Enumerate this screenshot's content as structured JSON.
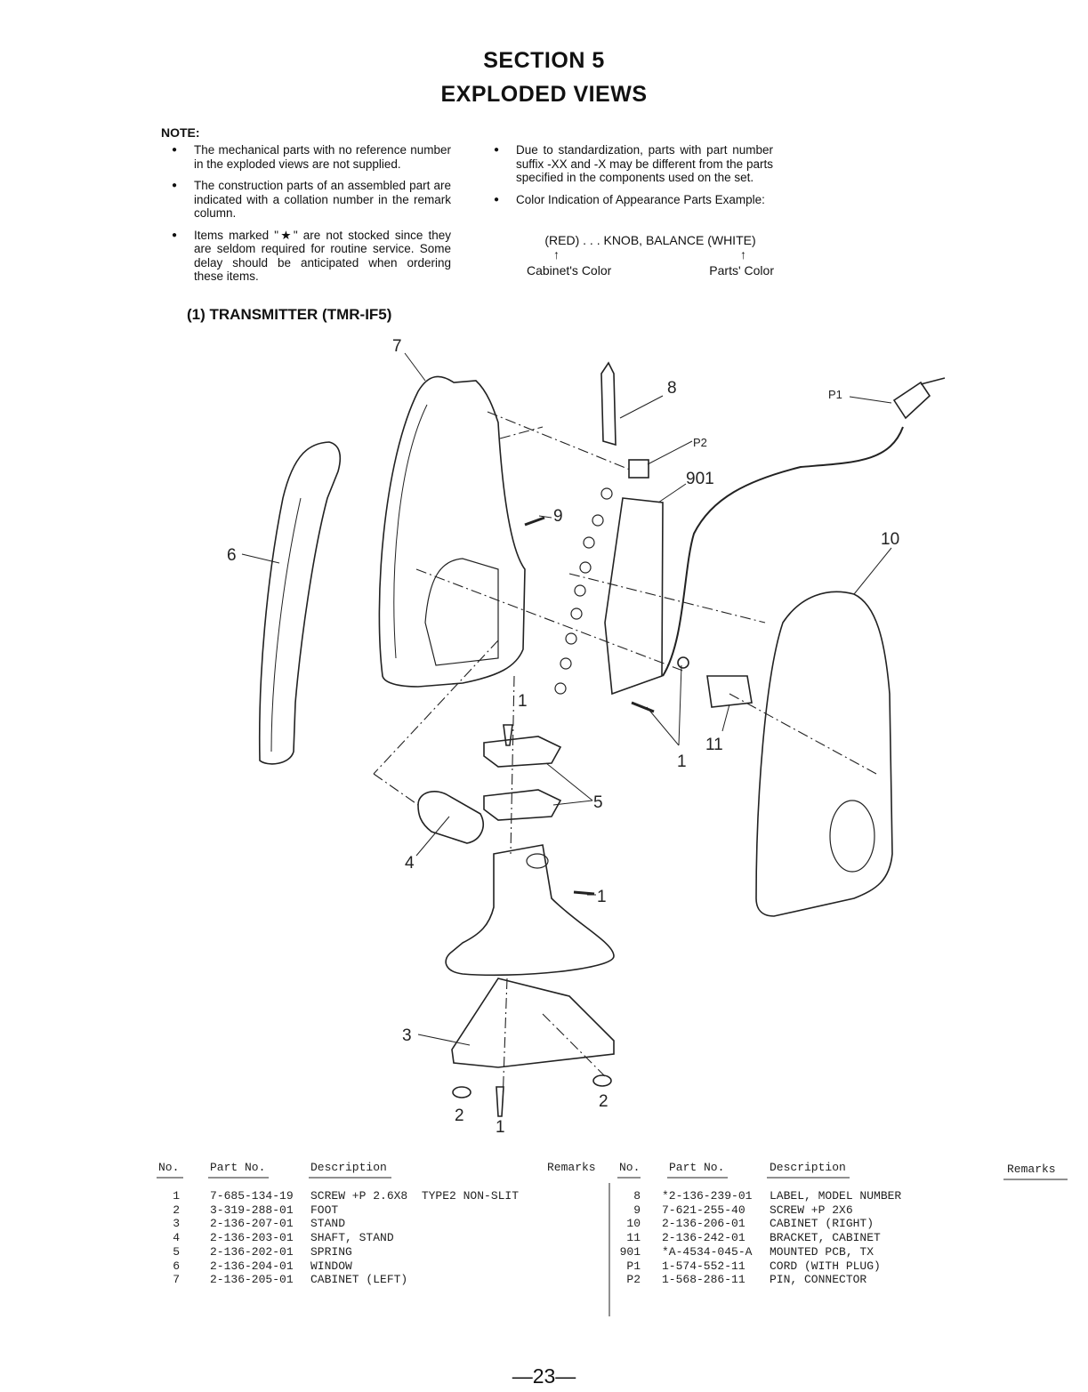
{
  "header": {
    "section": "SECTION 5",
    "title": "EXPLODED VIEWS"
  },
  "note": {
    "heading": "NOTE:",
    "left": [
      "The mechanical parts with no reference number in the exploded views are not supplied.",
      "The construction parts of an assembled part are indicated with a collation number in the remark column.",
      "Items marked \"★\" are not stocked since they are seldom required for routine service. Some delay should be anticipated when ordering these items."
    ],
    "right": [
      "Due to standardization, parts with part number suffix -XX and -X may be different from the parts specified in the components used on the set.",
      "Color Indication of Appearance Parts Example:"
    ],
    "example": {
      "line": "(RED) . . . KNOB, BALANCE (WHITE)",
      "arrow": "↑",
      "cabinet": "Cabinet's Color",
      "parts": "Parts' Color"
    }
  },
  "subtitle": "(1) TRANSMITTER (TMR-IF5)",
  "callouts": {
    "c1": "1",
    "c2": "2",
    "c3": "3",
    "c4": "4",
    "c5": "5",
    "c6": "6",
    "c7": "7",
    "c8": "8",
    "c9": "9",
    "c10": "10",
    "c11": "11",
    "c901": "901",
    "cP1": "P1",
    "cP2": "P2"
  },
  "table": {
    "headers": {
      "no": "No.",
      "part": "Part No.",
      "desc": "Description",
      "remarks": "Remarks"
    },
    "left": [
      {
        "no": "1",
        "part": "7-685-134-19",
        "desc": "SCREW +P 2.6X8  TYPE2 NON-SLIT"
      },
      {
        "no": "2",
        "part": "3-319-288-01",
        "desc": "FOOT"
      },
      {
        "no": "3",
        "part": "2-136-207-01",
        "desc": "STAND"
      },
      {
        "no": "4",
        "part": "2-136-203-01",
        "desc": "SHAFT, STAND"
      },
      {
        "no": "5",
        "part": "2-136-202-01",
        "desc": "SPRING"
      },
      {
        "no": "6",
        "part": "2-136-204-01",
        "desc": "WINDOW"
      },
      {
        "no": "7",
        "part": "2-136-205-01",
        "desc": "CABINET (LEFT)"
      }
    ],
    "right": [
      {
        "no": "8",
        "part": "*2-136-239-01",
        "desc": "LABEL, MODEL NUMBER"
      },
      {
        "no": "9",
        "part": "7-621-255-40",
        "desc": "SCREW +P 2X6"
      },
      {
        "no": "10",
        "part": "2-136-206-01",
        "desc": "CABINET (RIGHT)"
      },
      {
        "no": "11",
        "part": "2-136-242-01",
        "desc": "BRACKET, CABINET"
      },
      {
        "no": "901",
        "part": "*A-4534-045-A",
        "desc": "MOUNTED PCB, TX"
      },
      {
        "no": "P1",
        "part": "1-574-552-11",
        "desc": "CORD (WITH PLUG)"
      },
      {
        "no": "P2",
        "part": "1-568-286-11",
        "desc": "PIN, CONNECTOR"
      }
    ]
  },
  "page_number": "—23—"
}
